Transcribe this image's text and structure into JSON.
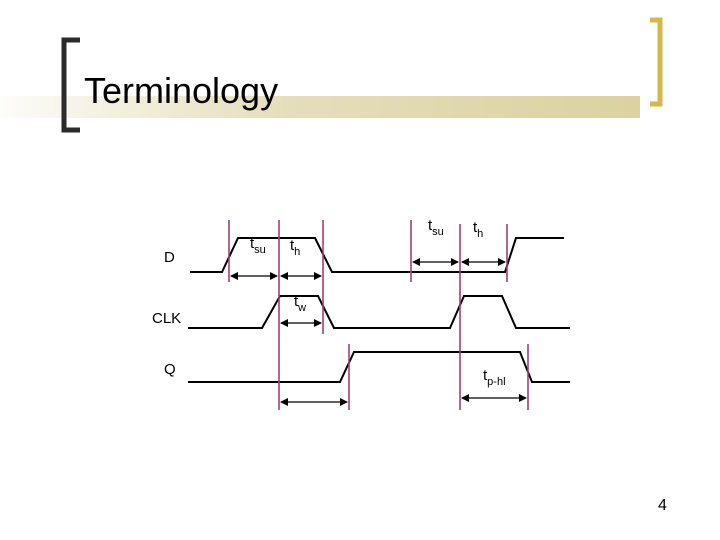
{
  "slide": {
    "title": "Terminology",
    "page_number": "4"
  },
  "signals": {
    "d": "D",
    "clk": "CLK",
    "q": "Q"
  },
  "timing_labels": {
    "setup_1": {
      "base": "t",
      "sub": "su"
    },
    "hold_1": {
      "base": "t",
      "sub": "h"
    },
    "setup_2": {
      "base": "t",
      "sub": "su"
    },
    "hold_2": {
      "base": "t",
      "sub": "h"
    },
    "pulse_width": {
      "base": "t",
      "sub": "w"
    },
    "prop_delay": {
      "base": "t",
      "sub": "p-hl"
    }
  },
  "colors": {
    "gold": "#D4B84A",
    "title_band": "#CFC380",
    "marker": "#A0407A",
    "waveform": "#000000"
  }
}
